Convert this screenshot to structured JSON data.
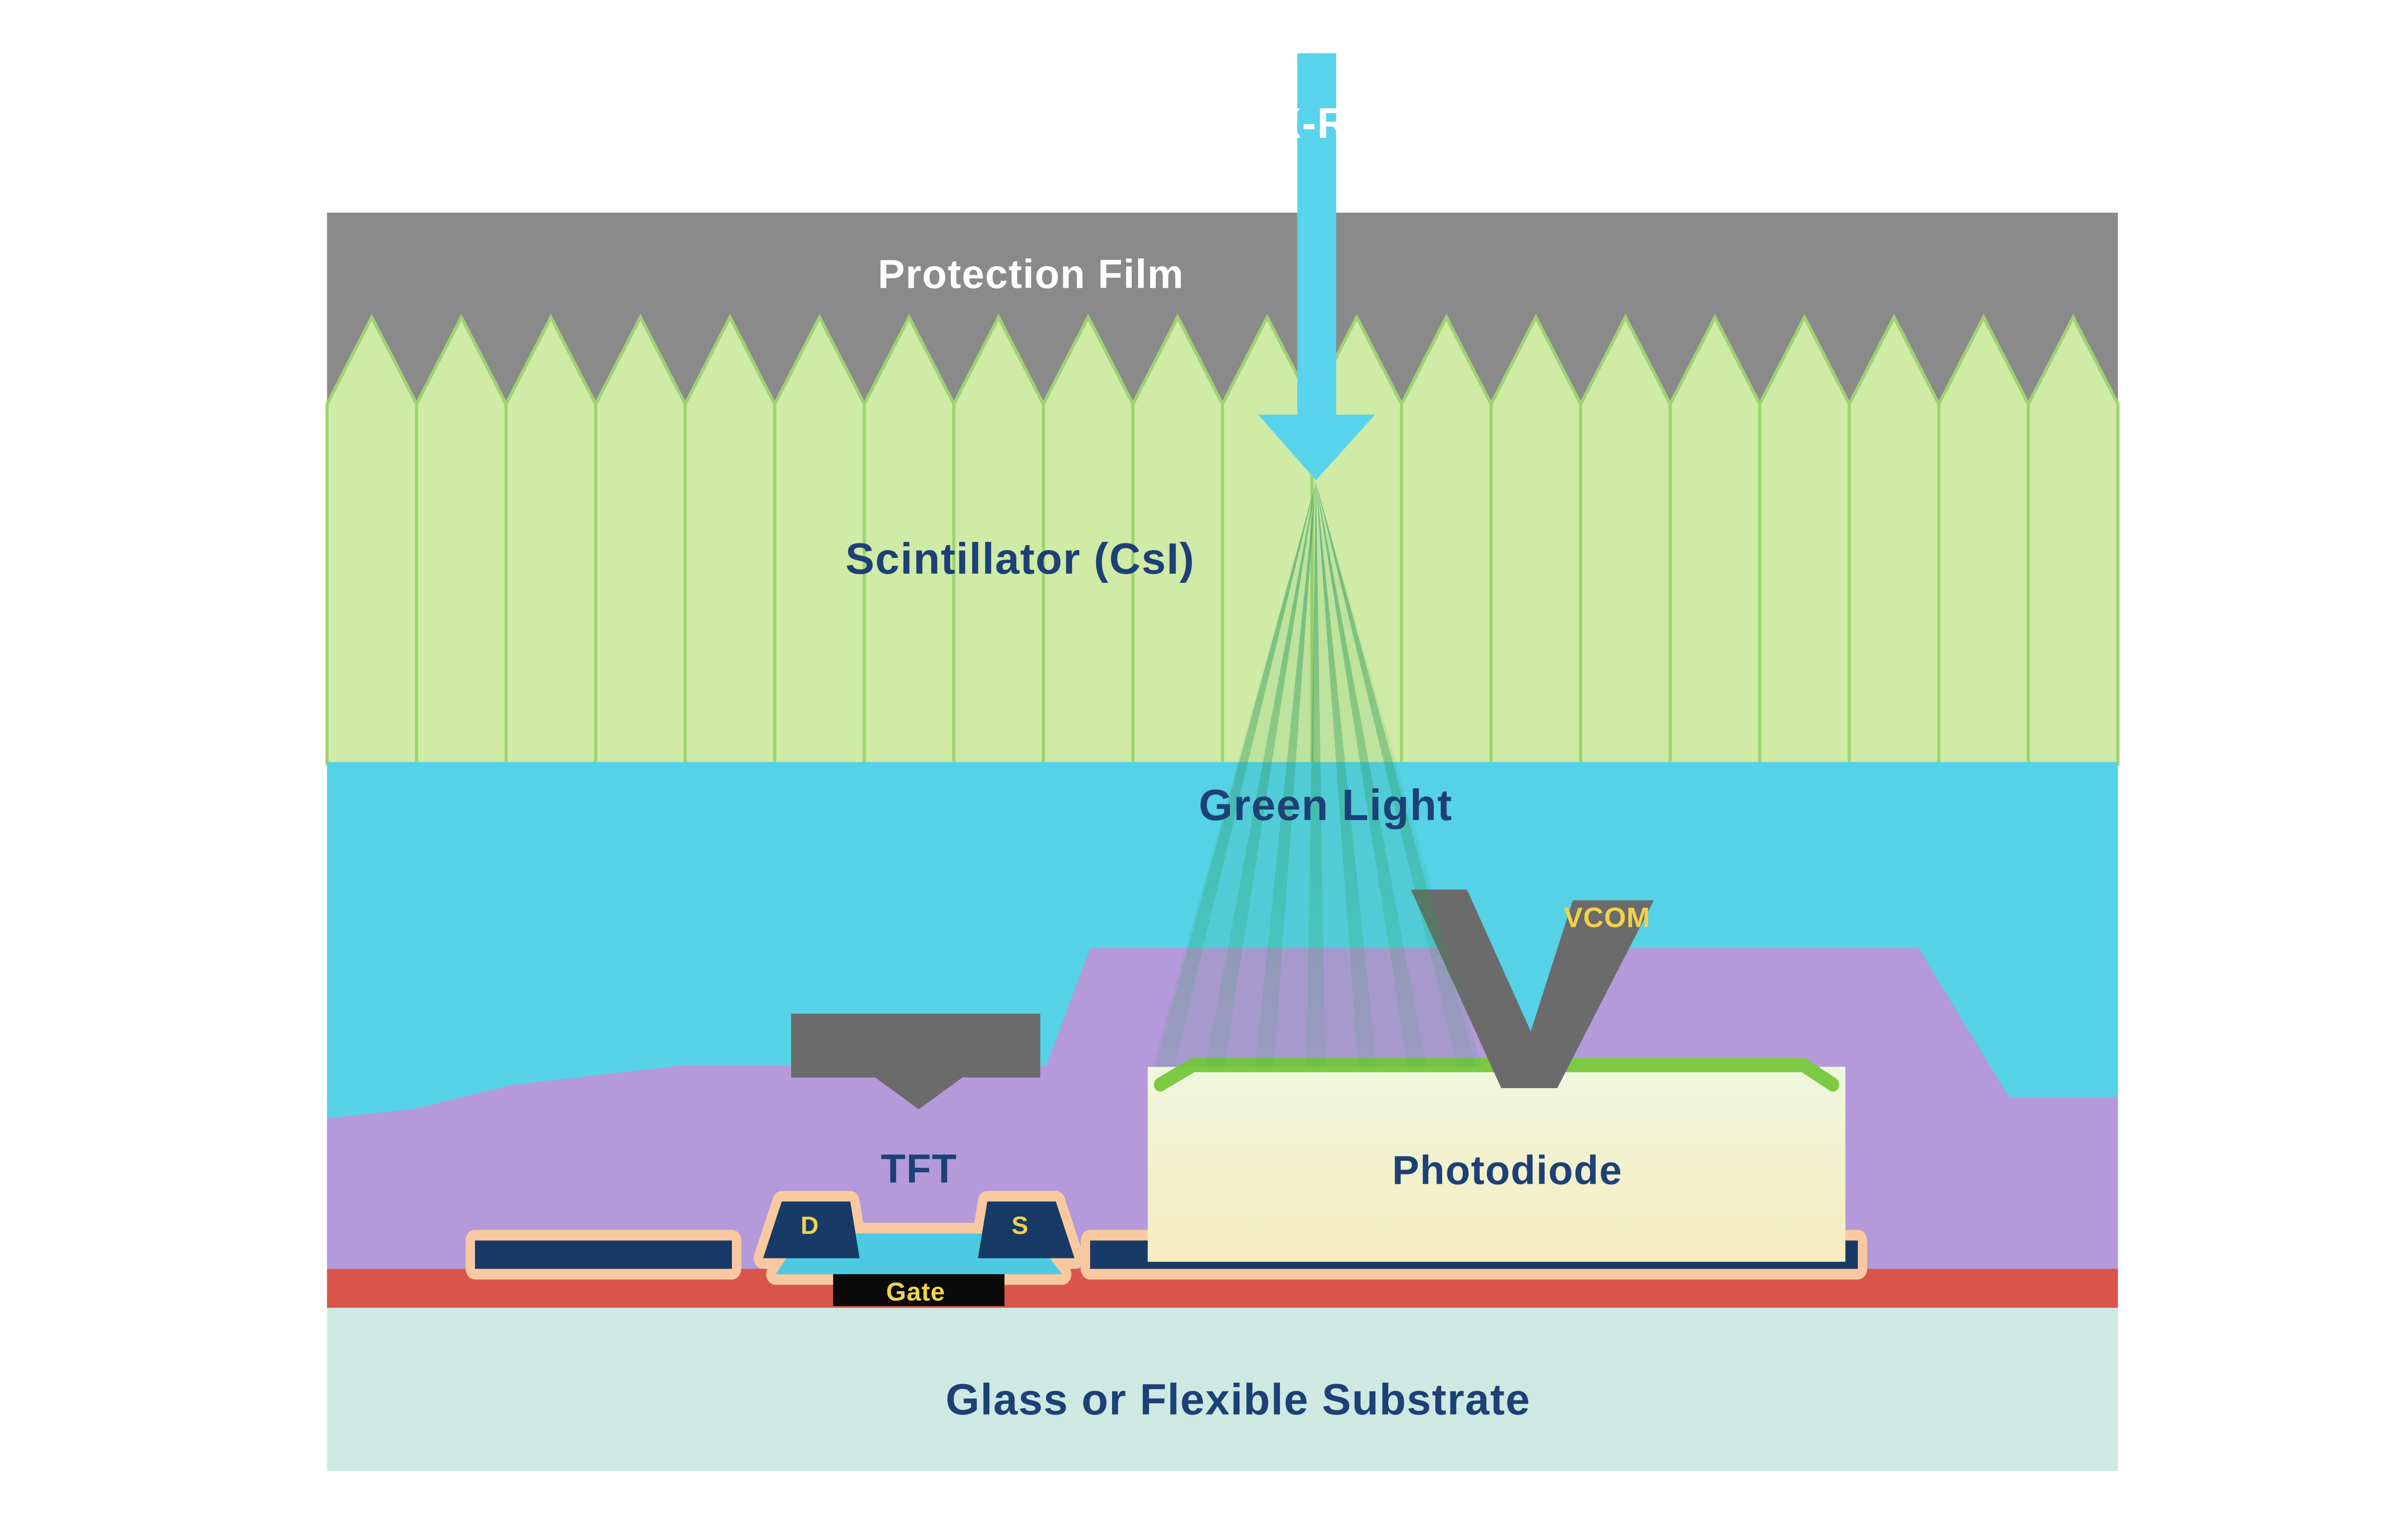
{
  "labels": {
    "xray": "X-Ray",
    "protection_film": "Protection Film",
    "scintillator": "Scintillator (CsI)",
    "green_light": "Green Light",
    "vcom": "VCOM",
    "photodiode": "Photodiode",
    "tft": "TFT",
    "drain": "D",
    "source": "S",
    "gate": "Gate",
    "substrate": "Glass or Flexible Substrate"
  },
  "colors": {
    "protection_film": "#8a8a8a",
    "scintillator_fill": "#cfeba6",
    "scintillator_stroke": "#9fd272",
    "cyan_layer": "#55d2e6",
    "purple_layer": "#b49ada",
    "electrode_gray": "#6b6b6b",
    "photodiode_top_contact": "#7cc943",
    "navy": "#173a66",
    "peach": "#f8c9a0",
    "channel_blue": "#4ec9e2",
    "gate_black": "#0a0a0a",
    "red_layer": "#d95549",
    "substrate_fill": "#cde9e2",
    "xray_arrow": "#59d2ec",
    "green_ray": "#2e9e5b",
    "label_navy": "#1d4077",
    "label_yellow": "#f2d24b",
    "label_white": "#ffffff"
  }
}
